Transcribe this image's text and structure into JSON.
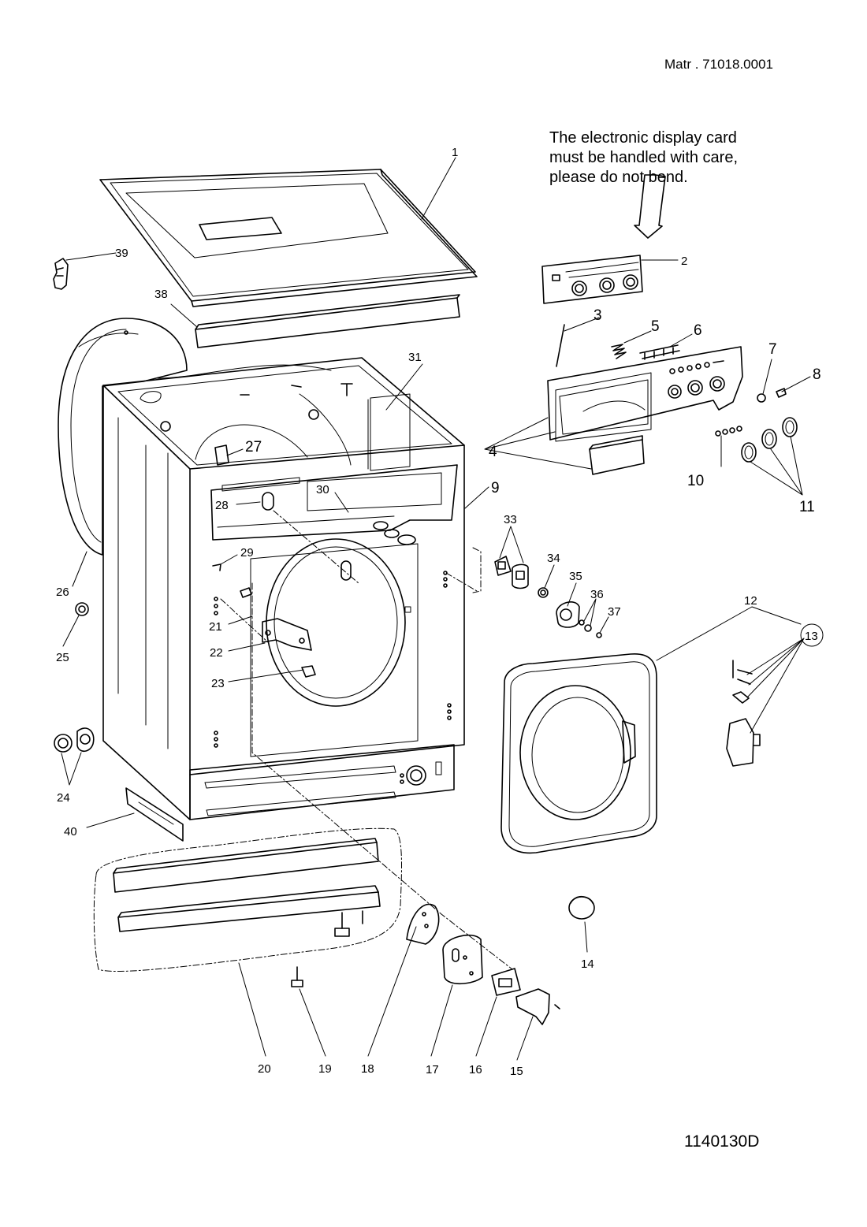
{
  "header": {
    "matr": "Matr . 71018.0001"
  },
  "note": {
    "line1": "The electronic display card",
    "line2": "must be handled with care,",
    "line3": "please do not bend."
  },
  "footer": {
    "code": "1140130D"
  },
  "callouts": {
    "c1": "1",
    "c2": "2",
    "c3": "3",
    "c4": "4",
    "c5": "5",
    "c6": "6",
    "c7": "7",
    "c8": "8",
    "c9": "9",
    "c10": "10",
    "c11": "11",
    "c12": "12",
    "c13": "13",
    "c14": "14",
    "c15": "15",
    "c16": "16",
    "c17": "17",
    "c18": "18",
    "c19": "19",
    "c20": "20",
    "c21": "21",
    "c22": "22",
    "c23": "23",
    "c24": "24",
    "c25": "25",
    "c26": "26",
    "c27": "27",
    "c28": "28",
    "c29": "29",
    "c30": "30",
    "c31": "31",
    "c33": "33",
    "c34": "34",
    "c35": "35",
    "c36": "36",
    "c37": "37",
    "c38": "38",
    "c39": "39",
    "c40": "40"
  }
}
